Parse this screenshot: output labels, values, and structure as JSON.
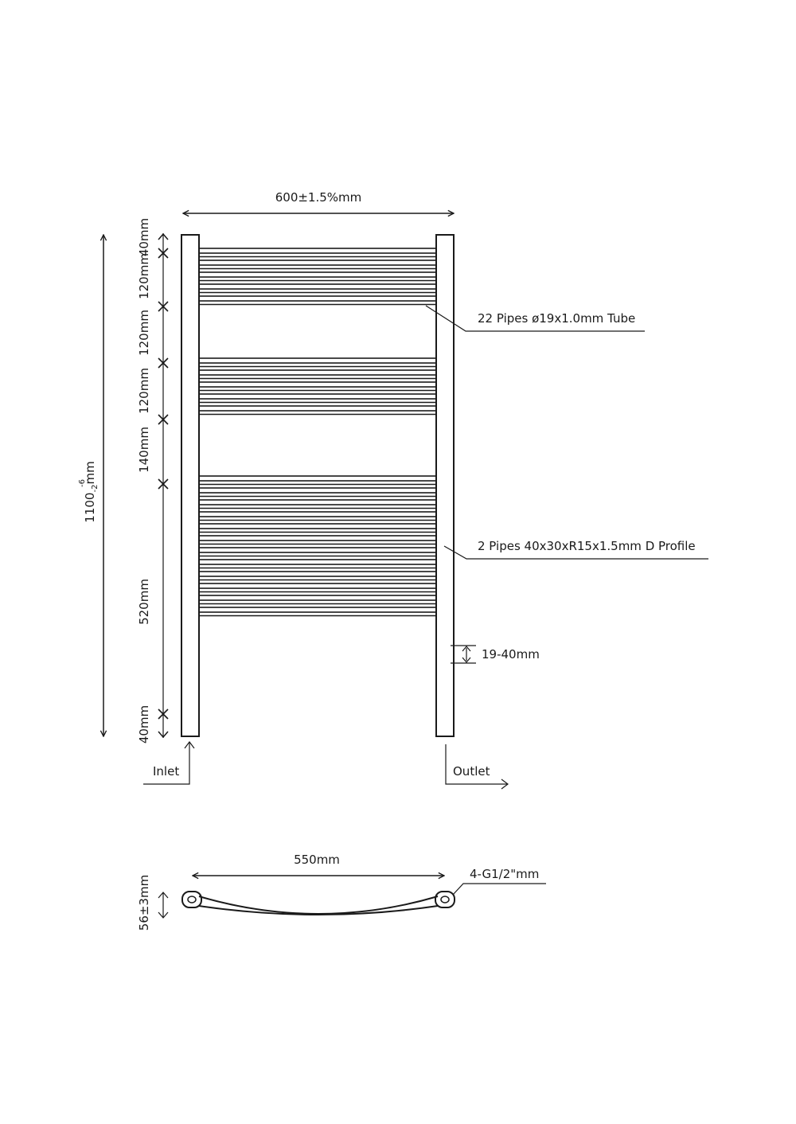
{
  "labels": {
    "overall_width": "600±1.5%mm",
    "overall_height_main": "1100",
    "overall_height_sup": "-6",
    "overall_height_sub": "-2",
    "overall_height_unit": "mm",
    "seg_top": "40mm",
    "seg_group1": "120mm",
    "seg_gap1": "120mm",
    "seg_group2": "120mm",
    "seg_gap2": "140mm",
    "seg_group3": "520mm",
    "seg_bottom": "40mm",
    "pipes_note": "22 Pipes ø19x1.0mm Tube",
    "profile_note": "2 Pipes 40x30xR15x1.5mm D Profile",
    "pitch_note": "19-40mm",
    "inlet": "Inlet",
    "outlet": "Outlet",
    "center_distance": "550mm",
    "connections": "4-G1/2\"mm",
    "depth": "56±3mm"
  },
  "rails": {
    "group1_count": 5,
    "group2_count": 5,
    "group3_count": 12
  }
}
